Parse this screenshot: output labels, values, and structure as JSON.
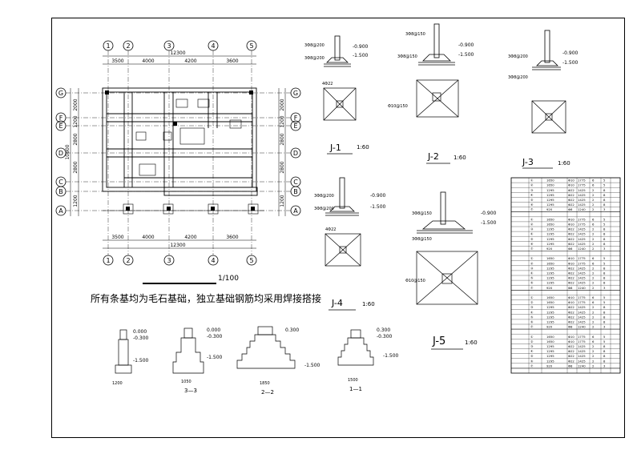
{
  "plan": {
    "grid_top": [
      "1",
      "2",
      "3",
      "4",
      "5"
    ],
    "grid_bottom": [
      "1",
      "2",
      "3",
      "4",
      "5"
    ],
    "grid_left": [
      "G",
      "F",
      "E",
      "D",
      "C",
      "B",
      "A"
    ],
    "grid_right": [
      "G",
      "F",
      "E",
      "D",
      "C",
      "B",
      "A"
    ],
    "top_total": "12300",
    "top_spans": [
      "3500",
      "4000",
      "4200",
      "3600"
    ],
    "bottom_total": "12300",
    "bottom_spans": [
      "3500",
      "4000",
      "4200",
      "3600"
    ],
    "left_total": "10800",
    "left_spans": [
      "2000",
      "1200",
      "2800",
      "2800",
      "1200"
    ],
    "right_spans": [
      "2000",
      "1200",
      "2800",
      "2800",
      "1200"
    ],
    "scale": "1/100"
  },
  "details": {
    "j1": {
      "label": "J-1",
      "scale": "1:60"
    },
    "j2": {
      "label": "J-2",
      "scale": "1:60"
    },
    "j3": {
      "label": "J-3",
      "scale": "1:60"
    },
    "j4": {
      "label": "J-4",
      "scale": "1:60"
    },
    "j5": {
      "label": "J-5",
      "scale": "1:60"
    },
    "elev_pos": "-0.900",
    "elev_neg": "-1.500",
    "rebar_a": "3Φ8@200",
    "rebar_b": "3Φ8@150",
    "size_a": "4Φ22",
    "size_b": "Φ10@150"
  },
  "note": "所有条基均为毛石基础，独立基础钢筋均采用焊接搭接",
  "sections": {
    "s0": {
      "label": "",
      "top": "0.000",
      "mid": "-0.300",
      "bot": "-1.500",
      "w": "1200"
    },
    "s3": {
      "label": "3—3",
      "top": "0.000",
      "mid": "-0.300",
      "bot": "-1.500",
      "w": "1050"
    },
    "s2": {
      "label": "2—2",
      "top": "0.300",
      "bot": "-1.500",
      "w": "1850"
    },
    "s1": {
      "label": "1—1",
      "top": "0.300",
      "mid": "-0.300",
      "bot": "-1.500",
      "w": "1500"
    }
  },
  "table": {
    "groups": [
      "J-1",
      "J-2",
      "J-3",
      "J-4",
      "J-5"
    ],
    "rows": [
      [
        "①",
        "1650",
        "Φ10",
        "1775",
        "6",
        "5"
      ],
      [
        "②",
        "1650",
        "Φ10",
        "1775",
        "6",
        "5"
      ],
      [
        "③",
        "1295",
        "Φ22",
        "1425",
        "2",
        "8"
      ],
      [
        "④",
        "1295",
        "Φ22",
        "1425",
        "2",
        "8"
      ],
      [
        "⑤",
        "1295",
        "Φ22",
        "1425",
        "2",
        "8"
      ],
      [
        "⑥",
        "1295",
        "Φ22",
        "1425",
        "2",
        "8"
      ],
      [
        "⑦",
        "920",
        "Φ8",
        "1240",
        "2",
        "3"
      ]
    ]
  }
}
